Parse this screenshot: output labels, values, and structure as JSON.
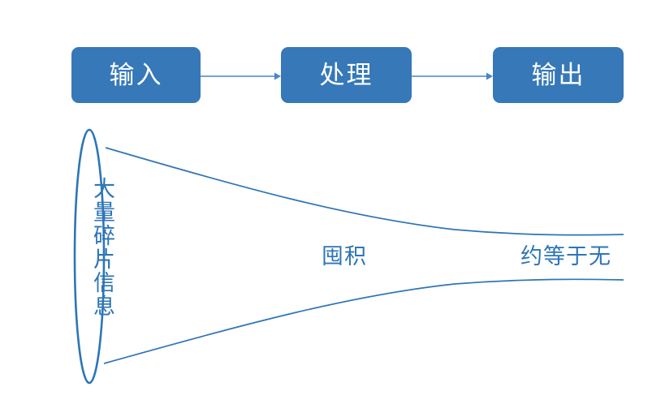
{
  "diagram": {
    "title_colors": {
      "box_fill": "#3678B8",
      "box_text": "#FFFFFF",
      "line_blue": "#2E75B6",
      "arrow_blue": "#4A86C8",
      "background": "#FFFFFF"
    },
    "flow": {
      "steps": [
        {
          "label": "输入",
          "name": "input"
        },
        {
          "label": "处理",
          "name": "process"
        },
        {
          "label": "输出",
          "name": "output"
        }
      ],
      "arrows": [
        {
          "from": "输入",
          "to": "处理"
        },
        {
          "from": "处理",
          "to": "输出"
        }
      ]
    },
    "funnel": {
      "source_label": "大量碎片信息",
      "captions": [
        {
          "label": "囤积",
          "position": "middle"
        },
        {
          "label": "约等于无",
          "position": "right"
        }
      ]
    }
  }
}
